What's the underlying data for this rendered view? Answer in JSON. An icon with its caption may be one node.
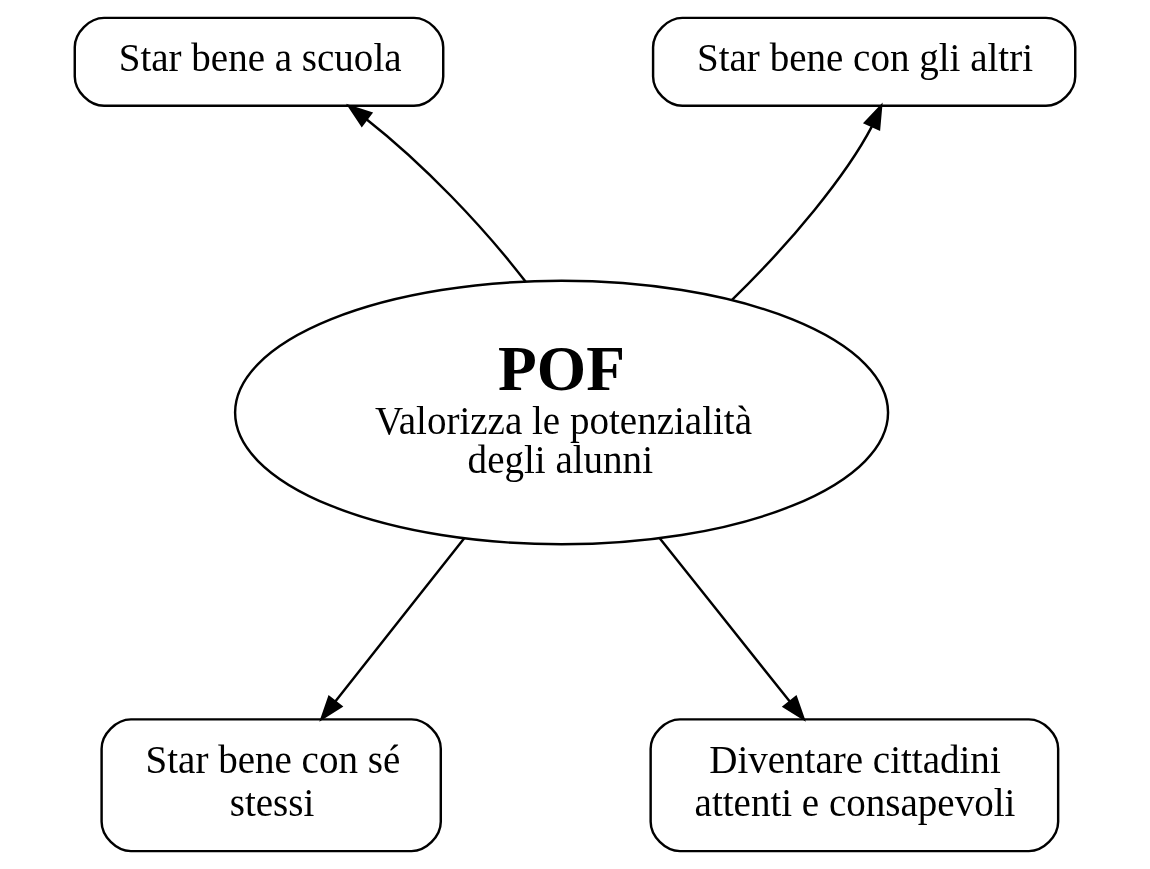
{
  "diagram": {
    "nodes": [
      {
        "text": [
          "POF",
          "Valorizza le potenzialità degli alunni"
        ]
      },
      {
        "text": [
          "Star bene a scuola"
        ]
      },
      {
        "text": [
          "Star bene con gli altri"
        ]
      },
      {
        "text": [
          "Star bene con sé stessi"
        ]
      },
      {
        "text": [
          "Diventare cittadini attenti e consapevoli"
        ]
      }
    ],
    "edges": [
      {
        "from": 0,
        "to": 1,
        "arrow": "to"
      },
      {
        "from": 0,
        "to": 2,
        "arrow": "to"
      },
      {
        "from": 0,
        "to": 3,
        "arrow": "to"
      },
      {
        "from": 0,
        "to": 4,
        "arrow": "to"
      }
    ]
  }
}
